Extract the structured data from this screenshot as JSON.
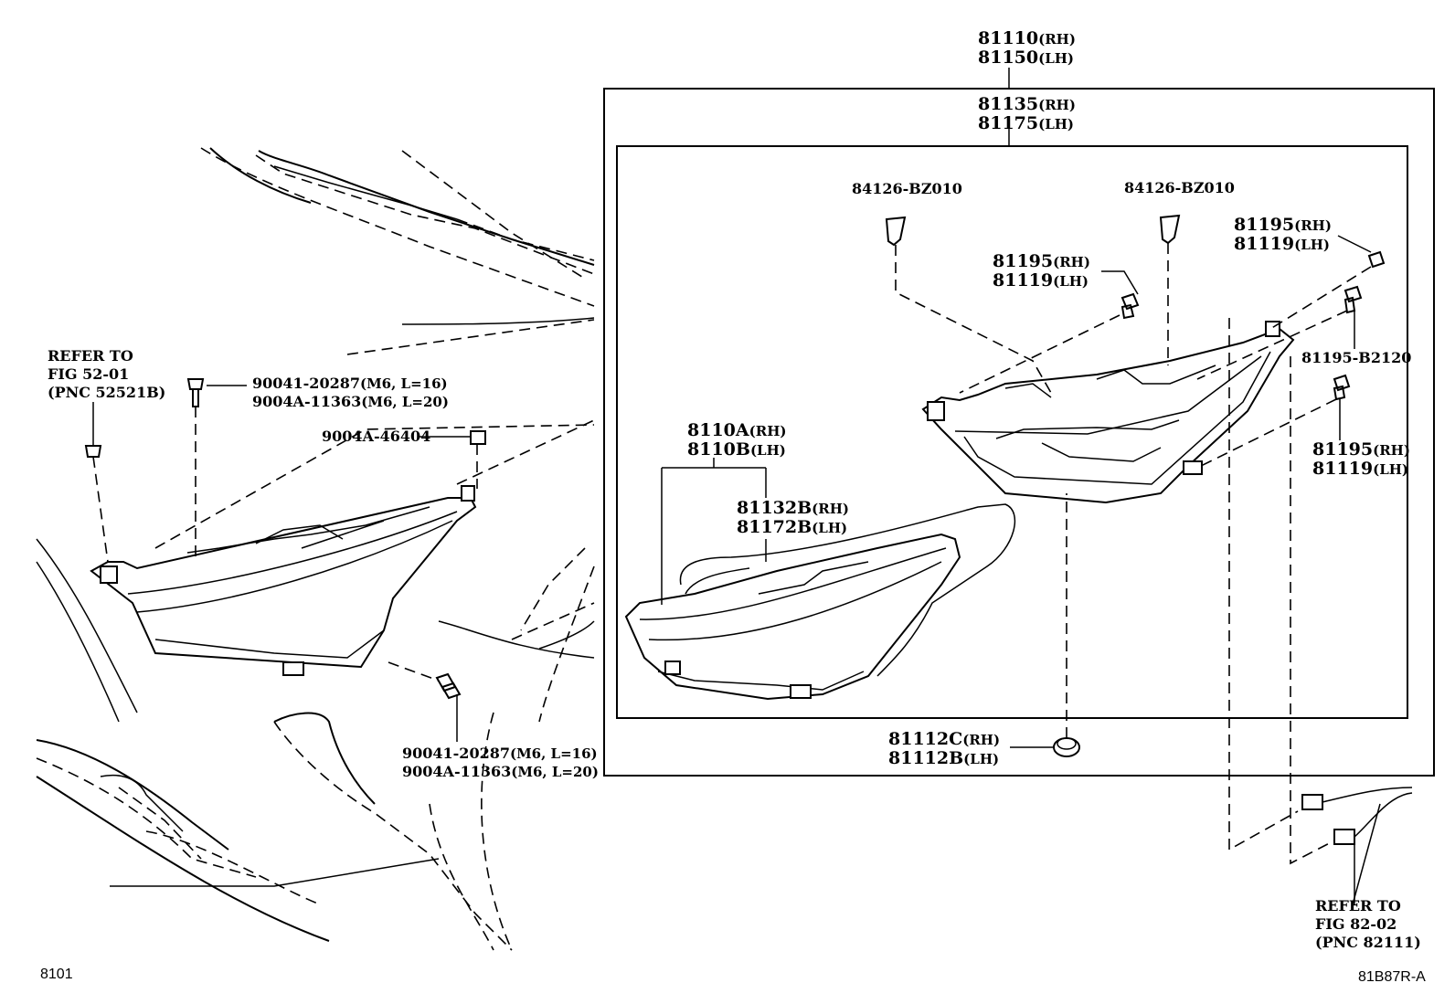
{
  "diagram": {
    "labels": {
      "assy_top": {
        "line1": "81110",
        "line1_sfx": "(RH)",
        "line2": "81150",
        "line2_sfx": "(LH)"
      },
      "unit": {
        "line1": "81135",
        "line1_sfx": "(RH)",
        "line2": "81175",
        "line2_sfx": "(LH)"
      },
      "cover_left": "84126-BZ010",
      "cover_right": "84126-BZ010",
      "screw_mid": {
        "line1": "81195",
        "line1_sfx": "(RH)",
        "line2": "81119",
        "line2_sfx": "(LH)"
      },
      "screw_top_right": {
        "line1": "81195",
        "line1_sfx": "(RH)",
        "line2": "81119",
        "line2_sfx": "(LH)"
      },
      "screw_b2120": "81195-B2120",
      "screw_lower_right": {
        "line1": "81195",
        "line1_sfx": "(RH)",
        "line2": "81119",
        "line2_sfx": "(LH)"
      },
      "lamp_body": {
        "line1": "8110A",
        "line1_sfx": "(RH)",
        "line2": "8110B",
        "line2_sfx": "(LH)"
      },
      "wire": {
        "line1": "81132B",
        "line1_sfx": "(RH)",
        "line2": "81172B",
        "line2_sfx": "(LH)"
      },
      "cap": {
        "line1": "81112C",
        "line1_sfx": "(RH)",
        "line2": "81112B",
        "line2_sfx": "(LH)"
      },
      "refer_52": {
        "line1": "REFER TO",
        "line2": "FIG 52-01",
        "line3": "(PNC 52521B)"
      },
      "bolt_top": {
        "line1": "90041-20287",
        "line1_sfx": "(M6, L=16)",
        "line2": "9004A-11363",
        "line2_sfx": "(M6, L=20)"
      },
      "nut": "9004A-46404",
      "bolt_bottom": {
        "line1": "90041-20287",
        "line1_sfx": "(M6, L=16)",
        "line2": "9004A-11363",
        "line2_sfx": "(M6, L=20)"
      },
      "refer_82": {
        "line1": "REFER TO",
        "line2": "FIG 82-02",
        "line3": "(PNC 82111)"
      }
    },
    "footer": {
      "left": "8101",
      "right": "81B87R-A"
    }
  }
}
